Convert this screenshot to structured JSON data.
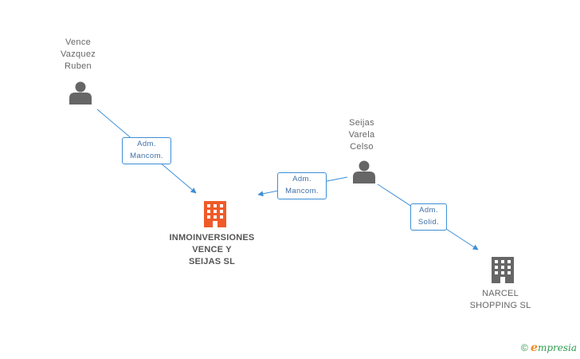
{
  "people": [
    {
      "id": "p1",
      "name_lines": [
        "Vence",
        "Vazquez",
        "Ruben"
      ],
      "icon": "person-icon"
    },
    {
      "id": "p2",
      "name_lines": [
        "Seijas",
        "Varela",
        "Celso"
      ],
      "icon": "person-icon"
    }
  ],
  "companies": [
    {
      "id": "c1",
      "name_lines": [
        "INMOINVERSIONES",
        "VENCE Y",
        "SEIJAS SL"
      ],
      "icon": "building-icon",
      "color": "#f05a28",
      "highlighted": true
    },
    {
      "id": "c2",
      "name_lines": [
        "NARCEL",
        "SHOPPING SL"
      ],
      "icon": "building-icon",
      "color": "#666666",
      "highlighted": false
    }
  ],
  "relations": [
    {
      "from": "p1",
      "to": "c1",
      "label_lines": [
        "Adm.",
        "Mancom."
      ]
    },
    {
      "from": "p2",
      "to": "c1",
      "label_lines": [
        "Adm.",
        "Mancom."
      ]
    },
    {
      "from": "p2",
      "to": "c2",
      "label_lines": [
        "Adm.",
        "Solid."
      ]
    }
  ],
  "colors": {
    "edge": "#3d8fd6",
    "person": "#666666",
    "company_main": "#f05a28",
    "company_other": "#666666",
    "brand_green": "#2f9a4e",
    "brand_orange": "#f08a24"
  },
  "footer": {
    "copyright": "©",
    "brand_initial": "e",
    "brand_rest": "mpresia"
  }
}
